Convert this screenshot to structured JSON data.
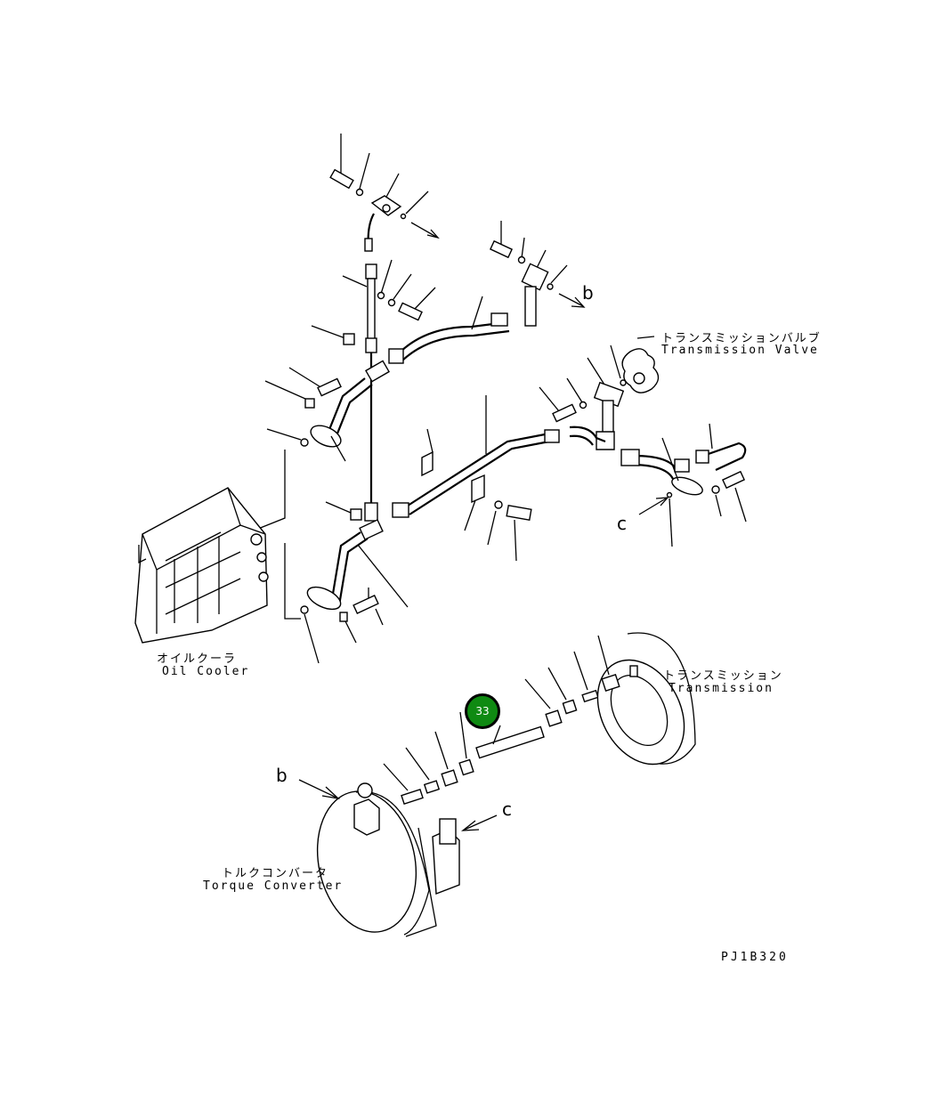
{
  "labels": {
    "transmission_valve_jp": "トランスミッションバルブ",
    "transmission_valve_en": "Transmission Valve",
    "oil_cooler_jp": "オイルクーラ",
    "oil_cooler_en": "Oil Cooler",
    "transmission_jp": "トランスミッション",
    "transmission_en": "Transmission",
    "torque_converter_jp": "トルクコンバータ",
    "torque_converter_en": "Torque Converter",
    "ref_b_top": "b",
    "ref_c_right": "c",
    "ref_b_bottom": "b",
    "ref_c_bottom": "c",
    "drawing_code": "PJ1B320"
  },
  "callout": {
    "number": "33",
    "color": "#0f8a12"
  }
}
